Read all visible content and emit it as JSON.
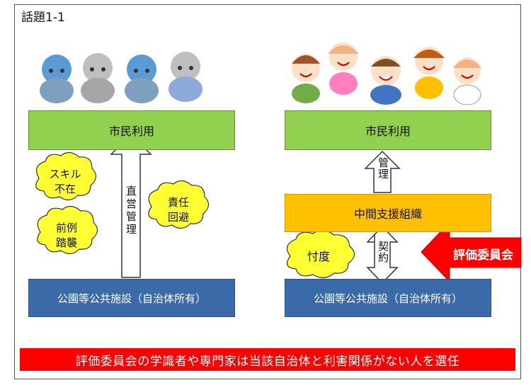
{
  "title": "話題1-1",
  "left": {
    "top_box": "市民利用",
    "bottom_box": "公園等公共施設（自治体所有）",
    "arrow_label": "直営管理",
    "clouds": [
      "スキル不在",
      "前例踏襲",
      "責任回避"
    ],
    "children_icon": "sad-children-icon"
  },
  "right": {
    "top_box": "市民利用",
    "middle_box": "中間支援組織",
    "bottom_box": "公園等公共施設（自治体所有）",
    "up_arrow_label": "管理",
    "double_arrow_label": "契約",
    "cloud": "忖度",
    "red_arrow_label": "評価委員会",
    "children_icon": "happy-children-icon"
  },
  "banner": "評価委員会の学識者や専門家は当該自治体と利害関係がない人を選任",
  "colors": {
    "green": "#92d050",
    "blue": "#3b6aa8",
    "orange": "#ffc000",
    "red": "#ff0000",
    "cloud": "#ffff33"
  }
}
